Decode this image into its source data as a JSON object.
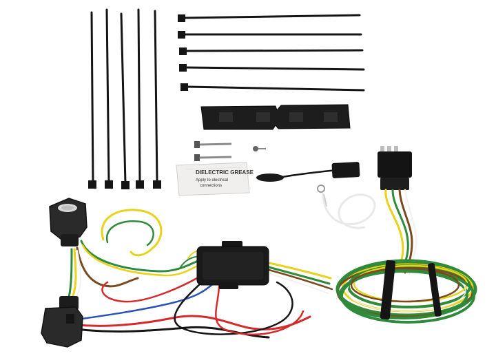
{
  "photo": {
    "background": "#ffffff",
    "grease_packet": {
      "brand_text": "DIELECTRIC GREASE",
      "line1": "Apply to electrical",
      "line2": "connections"
    },
    "wire_colors": {
      "brown": "#7a4a1e",
      "white": "#f2f2f2",
      "yellow": "#e8d21a",
      "green": "#2f8a3a",
      "red": "#d42a2a",
      "black": "#151515",
      "blue": "#2a4fb5"
    }
  }
}
